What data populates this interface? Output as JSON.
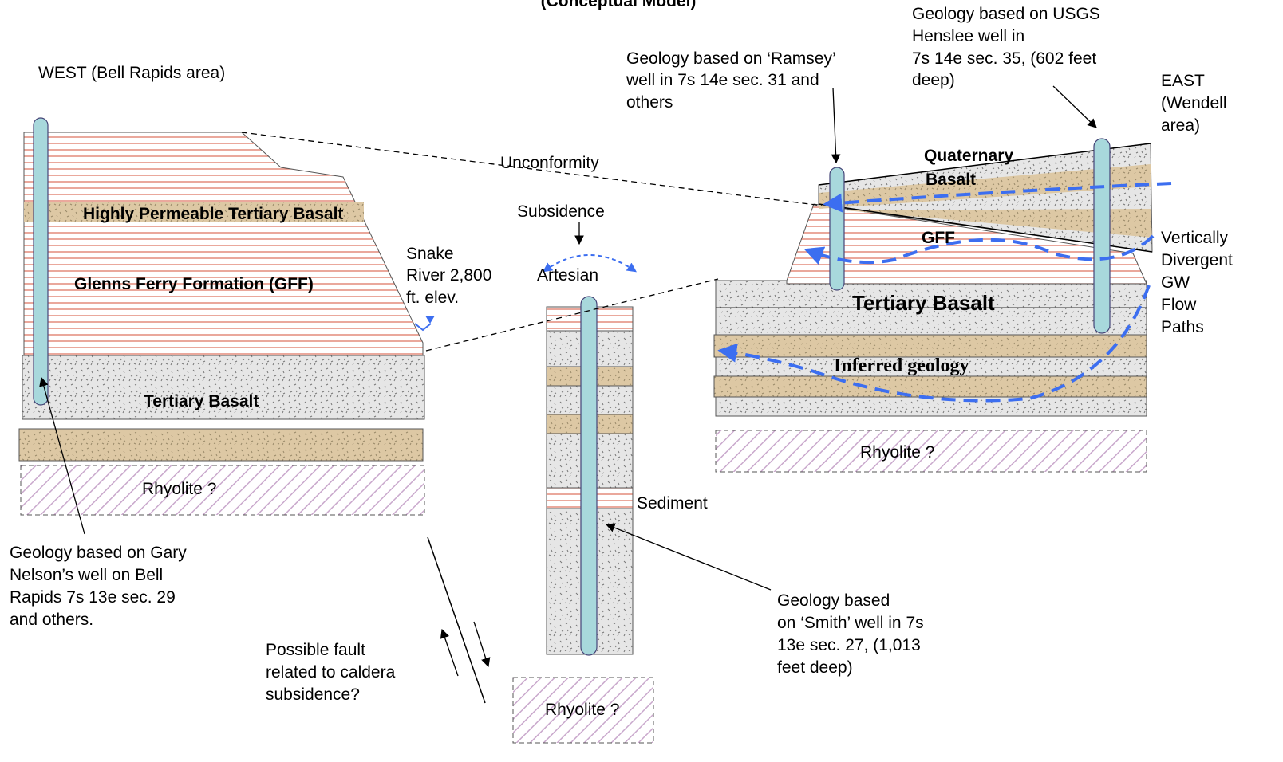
{
  "title": "(Conceptual Model)",
  "west_label": "WEST (Bell Rapids area)",
  "east_label": [
    "EAST",
    "(Wendell",
    "area)"
  ],
  "ramsey_note": [
    "Geology based on ‘Ramsey’",
    " well in 7s 14e sec. 31 and",
    "others"
  ],
  "usgs_note": [
    "Geology based on USGS",
    "Henslee well in",
    "7s 14e sec. 35, (602 feet",
    "deep)"
  ],
  "unconformity": "Unconformity",
  "subsidence": "Subsidence",
  "artesian": "Artesian",
  "snake_river": [
    "Snake",
    "River 2,800",
    "ft. elev."
  ],
  "west_units": {
    "hp_basalt": "Highly Permeable Tertiary Basalt",
    "gff": "Glenns Ferry Formation  (GFF)",
    "tert_basalt": "Tertiary Basalt",
    "rhyolite": "Rhyolite ?"
  },
  "middle_units": {
    "sediment": "Sediment",
    "rhyolite": "Rhyolite ?"
  },
  "east_units": {
    "quaternary": "Quaternary",
    "basalt": "Basalt",
    "gff": "GFF",
    "tert_basalt": "Tertiary Basalt",
    "inferred": "Inferred geology",
    "rhyolite": "Rhyolite ?"
  },
  "flow_note": [
    "Vertically",
    "Divergent",
    "GW",
    "Flow",
    "Paths"
  ],
  "nelson_note": [
    "Geology based on Gary",
    "Nelson’s well on Bell",
    "Rapids 7s 13e sec. 29",
    "and others."
  ],
  "fault_note": [
    "Possible fault",
    "related to caldera",
    "subsidence?"
  ],
  "smith_note": [
    "Geology based",
    "on ‘Smith’ well in 7s",
    "13e sec. 27, (1,013",
    "feet deep)"
  ],
  "colors": {
    "gff_line": "#e07a66",
    "tan": "#ddc8a4",
    "basalt_bg": "#e6e6e6",
    "well": "#a8d8dc",
    "flow": "#3c6ef0",
    "rhyolite": "#c9a8cc"
  }
}
